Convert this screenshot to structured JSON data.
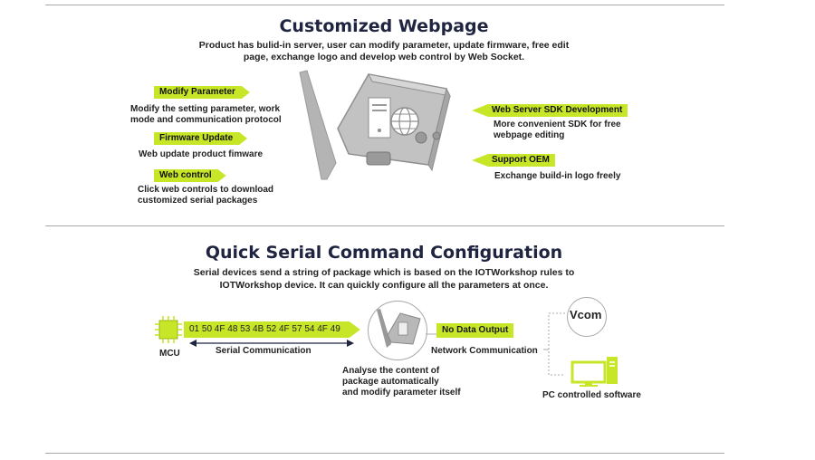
{
  "section1": {
    "title": "Customized Webpage",
    "subtitle_line1": "Product has bulid-in server, user can modify parameter, update firmware, free edit",
    "subtitle_line2": "page, exchange logo and develop web control by Web Socket.",
    "left_features": [
      {
        "tag": "Modify Parameter",
        "desc1": "Modify the setting parameter, work",
        "desc2": "mode and communication protocol"
      },
      {
        "tag": "Firmware Update",
        "desc1": "Web update product fimware",
        "desc2": ""
      },
      {
        "tag": "Web control",
        "desc1": "Click web controls to download",
        "desc2": "customized serial packages"
      }
    ],
    "right_features": [
      {
        "tag": "Web Server SDK Development",
        "desc1": "More convenient SDK for free",
        "desc2": "webpage editing"
      },
      {
        "tag": "Support OEM",
        "desc1": "Exchange build-in logo freely",
        "desc2": ""
      }
    ]
  },
  "section2": {
    "title": "Quick Serial Command Configuration",
    "subtitle_line1": "Serial devices send a string of package which is based on the IOTWorkshop rules to",
    "subtitle_line2": "IOTWorkshop device. It can quickly configure all the parameters at once.",
    "mcu_label": "MCU",
    "hex_string": "01 50 4F 48 53 4B 52 4F 57 54 4F 49",
    "serial_comm_label": "Serial Communication",
    "analyse_line1": "Analyse the content of",
    "analyse_line2": "package automatically",
    "analyse_line3": "and modify parameter itself",
    "no_data_label": "No Data Output",
    "network_comm_label": "Network Communication",
    "vcom_label": "Vcom",
    "pc_label": "PC controlled software"
  },
  "colors": {
    "accent": "#c8e628",
    "title": "#1f2440",
    "device_gray": "#b4b4b4",
    "rule": "#a8a8a8"
  }
}
